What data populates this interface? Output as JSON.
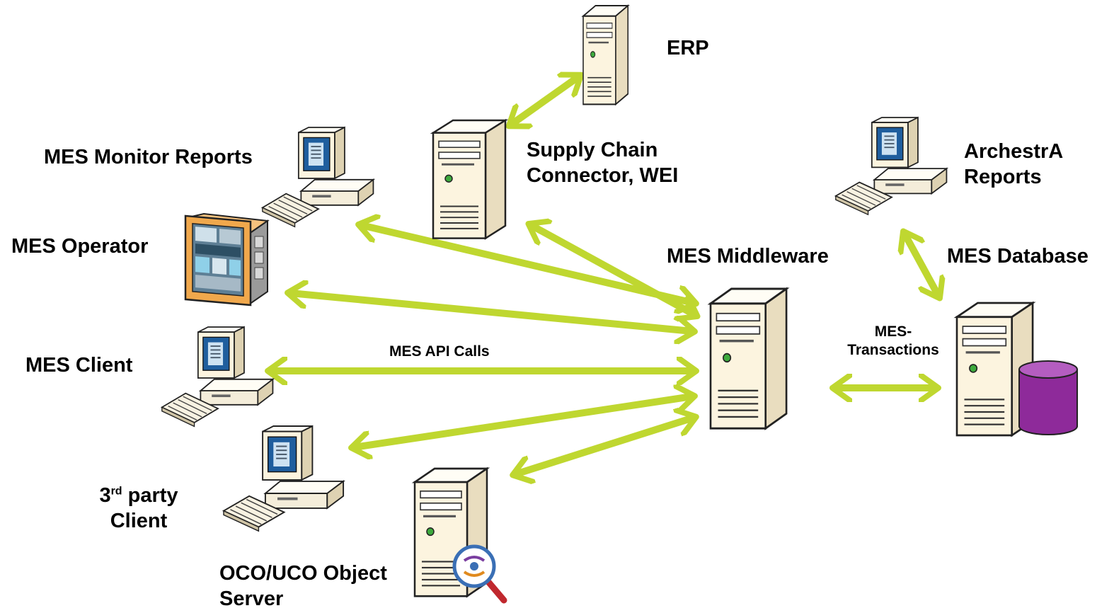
{
  "labels": {
    "erp": "ERP",
    "supply_chain_line1": "Supply Chain",
    "supply_chain_line2": "Connector, WEI",
    "mes_monitor_reports": "MES Monitor Reports",
    "archestra_line1": "ArchestrA",
    "archestra_line2": "Reports",
    "mes_operator": "MES Operator",
    "mes_middleware": "MES Middleware",
    "mes_database": "MES Database",
    "mes_client": "MES Client",
    "mes_api_calls": "MES API Calls",
    "mes_transactions_line1": "MES-",
    "mes_transactions_line2": "Transactions",
    "third_party_number": "3",
    "third_party_sup": "rd",
    "third_party_line1_rest": " party",
    "third_party_line2": "Client",
    "oco_line1": "OCO/UCO Object",
    "oco_line2": "Server"
  },
  "colors": {
    "arrow": "#BFD730",
    "server_body": "#FCF4DF",
    "server_outline": "#222222",
    "database_cylinder": "#8E2A9A",
    "monitor_screen": "#1F5E9E",
    "operator_panel": "#F0A84C"
  },
  "icons": [
    "server-icon",
    "workstation-icon",
    "touch-panel-icon",
    "database-icon",
    "object-search-icon"
  ]
}
